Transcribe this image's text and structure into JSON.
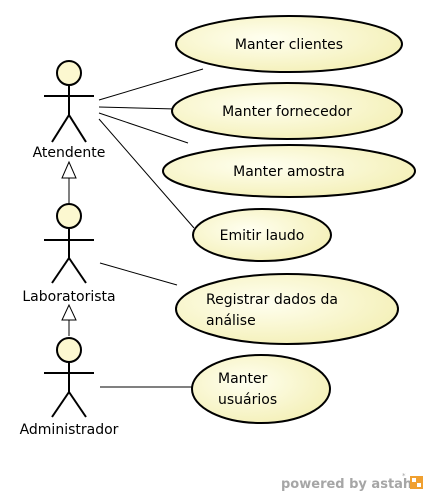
{
  "actors": [
    {
      "id": "atendente",
      "name": "Atendente"
    },
    {
      "id": "laboratorista",
      "name": "Laboratorista"
    },
    {
      "id": "administrador",
      "name": "Administrador"
    }
  ],
  "use_cases": [
    {
      "id": "manter-clientes",
      "lines": [
        "Manter clientes"
      ]
    },
    {
      "id": "manter-fornecedor",
      "lines": [
        "Manter fornecedor"
      ]
    },
    {
      "id": "manter-amostra",
      "lines": [
        "Manter amostra"
      ]
    },
    {
      "id": "emitir-laudo",
      "lines": [
        "Emitir laudo"
      ]
    },
    {
      "id": "registrar-dados",
      "lines": [
        "Registrar dados da",
        "análise"
      ]
    },
    {
      "id": "manter-usuarios",
      "lines": [
        "Manter",
        "usuários"
      ]
    }
  ],
  "associations": [
    {
      "actor": "atendente",
      "use_case": "manter-clientes"
    },
    {
      "actor": "atendente",
      "use_case": "manter-fornecedor"
    },
    {
      "actor": "atendente",
      "use_case": "manter-amostra"
    },
    {
      "actor": "atendente",
      "use_case": "emitir-laudo"
    },
    {
      "actor": "laboratorista",
      "use_case": "registrar-dados"
    },
    {
      "actor": "administrador",
      "use_case": "manter-usuarios"
    }
  ],
  "generalizations": [
    {
      "child": "laboratorista",
      "parent": "atendente"
    },
    {
      "child": "administrador",
      "parent": "laboratorista"
    }
  ],
  "watermark": {
    "text": "powered by astah",
    "mark": "*"
  },
  "colors": {
    "use_case_fill_light": "#fffff0",
    "use_case_fill_dark": "#f4f0b8",
    "actor_head_fill": "#fcf8d0",
    "stroke": "#000000",
    "watermark_text": "#a6a6a6",
    "watermark_logo": "#f0a030"
  }
}
